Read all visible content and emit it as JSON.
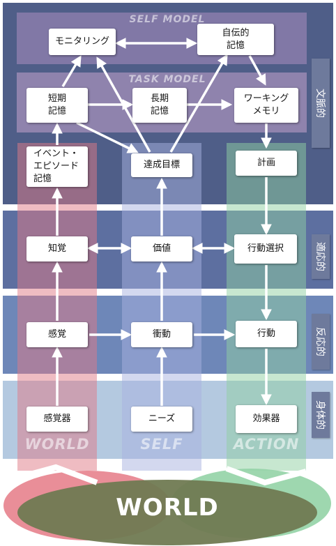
{
  "bands": {
    "self_model": "SELF MODEL",
    "task_model": "TASK MODEL"
  },
  "column_labels": {
    "world": "WORLD",
    "self": "SELF",
    "action": "ACTION"
  },
  "bottom_label": "WORLD",
  "side_labels": {
    "contextual": "文脈的",
    "adaptive": "適応的",
    "reactive": "反応的",
    "physical": "身体的"
  },
  "nodes": {
    "monitoring": "モニタリング",
    "autobiographical_memory": "自伝的\n記憶",
    "short_term_memory": "短期\n記憶",
    "long_term_memory": "長期\n記憶",
    "working_memory": "ワーキング\nメモリ",
    "episodic_memory": "イベント・\nエピソード\n記憶",
    "goal": "達成目標",
    "plan": "計画",
    "perception": "知覚",
    "value": "価値",
    "action_selection": "行動選択",
    "sensation": "感覚",
    "impulse": "衝動",
    "action": "行動",
    "sensor": "感覚器",
    "needs": "ニーズ",
    "effector": "効果器"
  },
  "colors": {
    "top_background": "#4f5e88",
    "self_model_band": "#8a7cab",
    "task_model_band": "#9a89b4",
    "adaptive_background": "#5d6fa0",
    "reactive_background": "#6e87b8",
    "physical_background": "#b4c9e0",
    "world_column": "#e07a86",
    "self_column": "#a8b2e0",
    "action_column": "#8fd0a2",
    "separator": "#ffffff",
    "side_label": "#6e7a9c"
  }
}
